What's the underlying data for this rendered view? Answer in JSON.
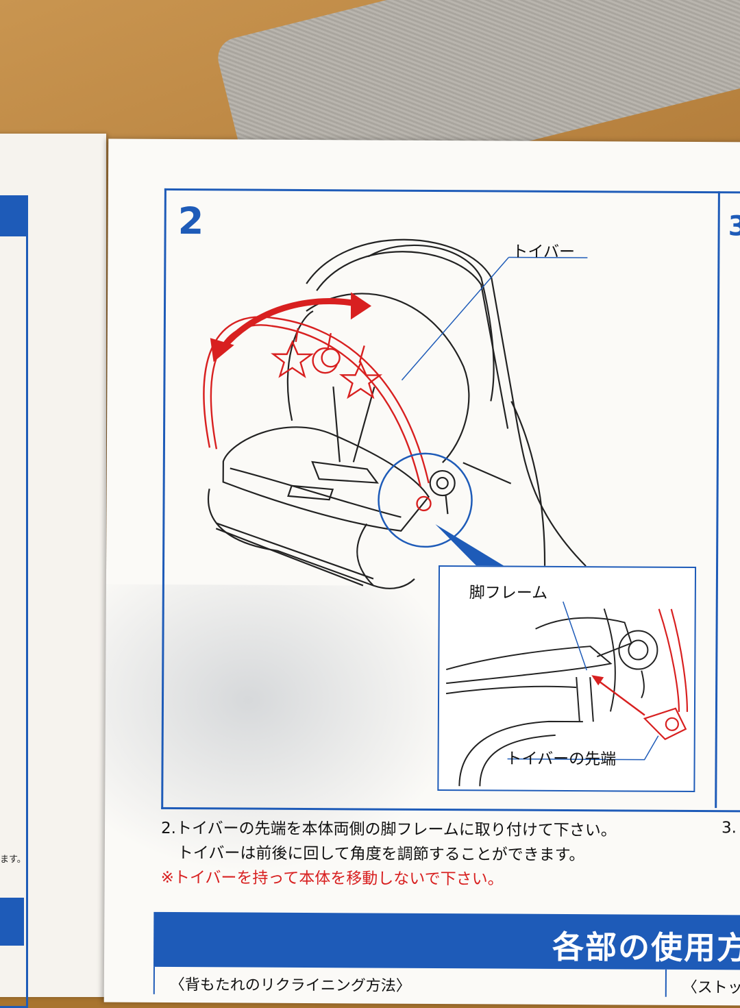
{
  "step": {
    "number": "2",
    "next_number": "3",
    "next_caption": "3."
  },
  "labels": {
    "toy_bar": "トイバー",
    "leg_frame": "脚フレーム",
    "toy_bar_tip": "トイバーの先端"
  },
  "caption": {
    "line1": "2.トイバーの先端を本体両側の脚フレームに取り付けて下さい。",
    "line2": "トイバーは前後に回して角度を調節することができます。",
    "warning": "※トイバーを持って本体を移動しないで下さい。"
  },
  "section": {
    "title": "各部の使用方",
    "sub_left": "〈背もたれのリクライニング方法〉",
    "sub_right": "〈ストッ"
  },
  "left_page": {
    "tail_text": "ます。"
  },
  "colors": {
    "blue": "#1e5bb8",
    "red": "#d82020",
    "paper": "#fbfaf7"
  }
}
